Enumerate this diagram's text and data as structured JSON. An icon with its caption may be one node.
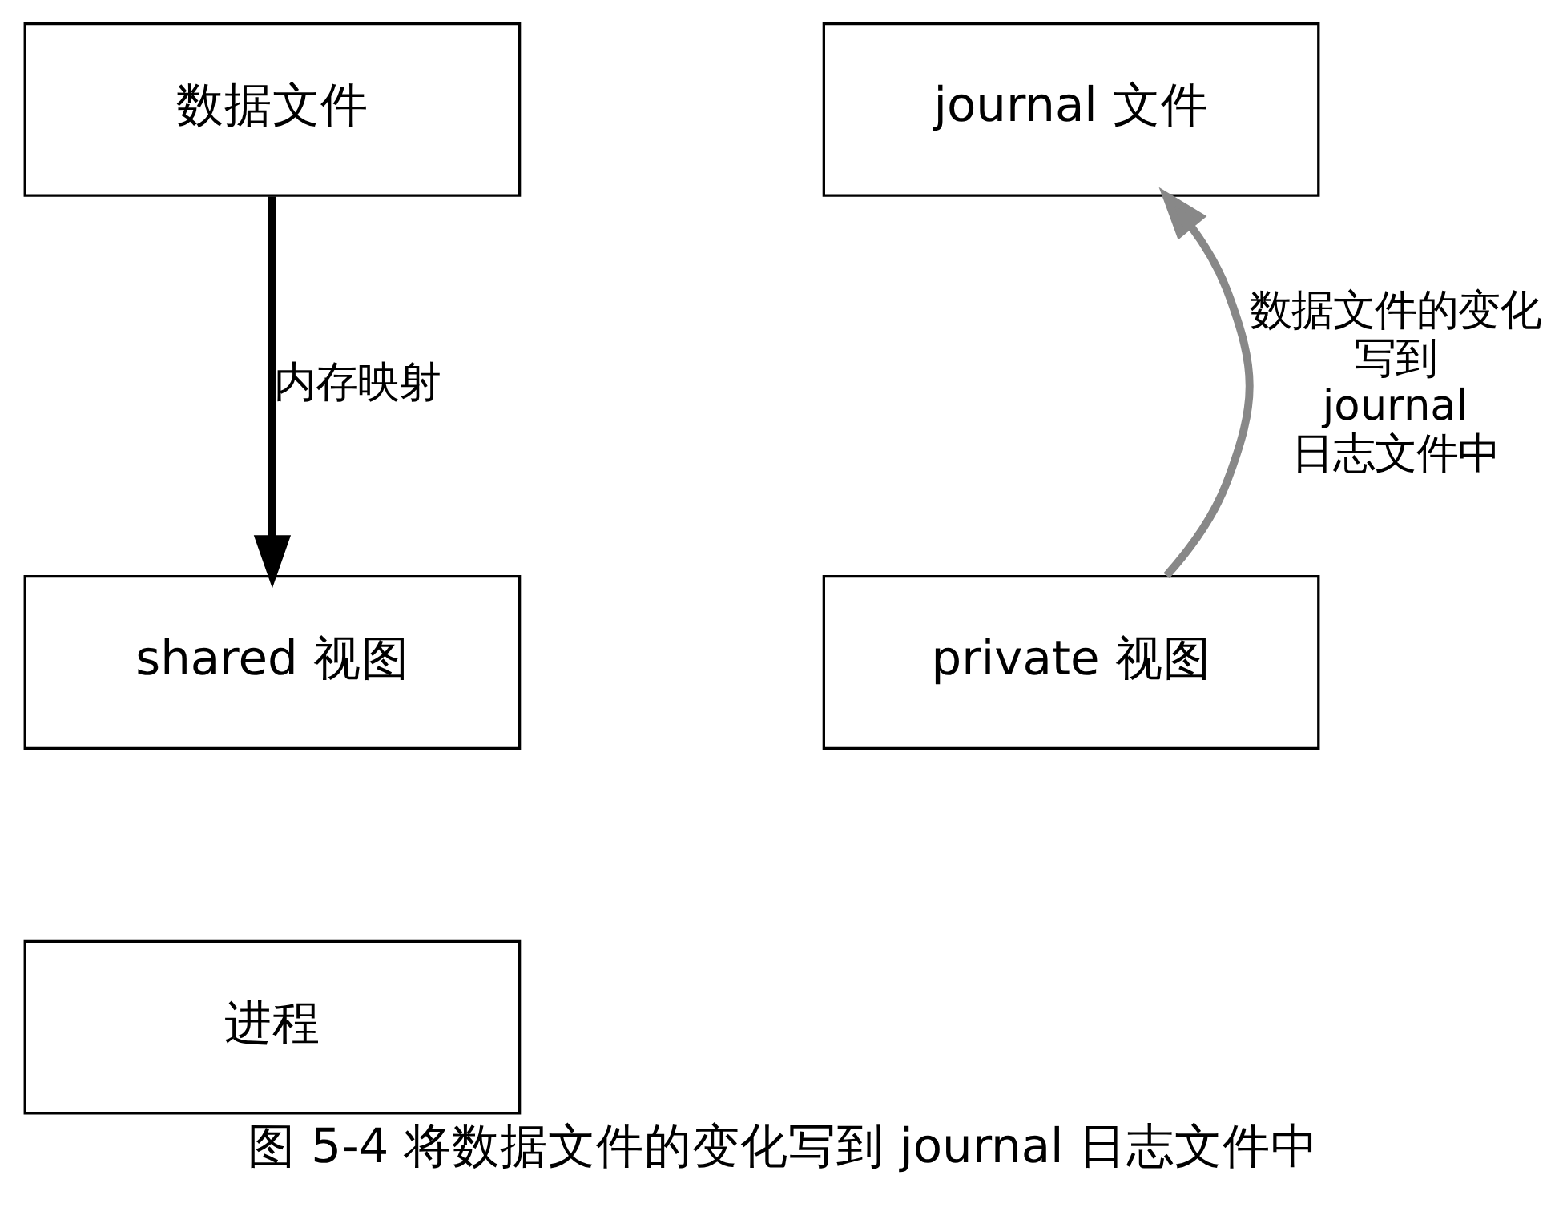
{
  "diagram": {
    "caption": "图 5-4 将数据文件的变化写到 journal 日志文件中",
    "nodes": [
      {
        "text": [
          "数据文件"
        ]
      },
      {
        "text": [
          "journal 文件"
        ]
      },
      {
        "text": [
          "shared 视图"
        ]
      },
      {
        "text": [
          "private 视图"
        ]
      },
      {
        "text": [
          "进程"
        ]
      }
    ],
    "edges": [
      {
        "from": 0,
        "to": 2,
        "arrow": "to",
        "label": "内存映射"
      },
      {
        "from": 3,
        "to": 1,
        "arrow": "to",
        "label": "数据文件的变化写到 journal 日志文件中",
        "color": "#888888"
      }
    ]
  }
}
